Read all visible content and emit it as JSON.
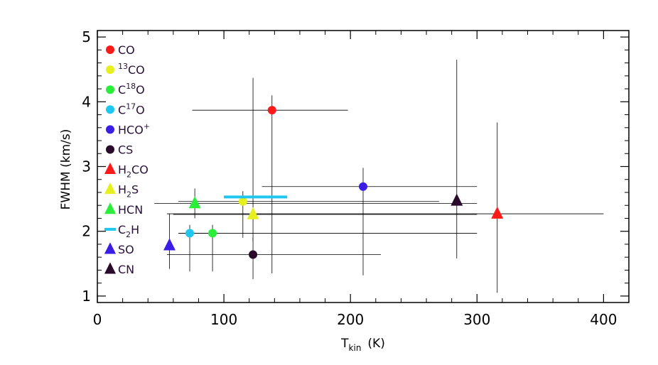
{
  "chart_data": {
    "type": "scatter",
    "title": "",
    "xlabel": "T",
    "xlabel_sub": "kin",
    "xlabel_unit": "(K)",
    "ylabel": "FWHM  (km/s)",
    "xlim": [
      0,
      420
    ],
    "ylim": [
      0.9,
      5.1
    ],
    "xticks": [
      0,
      100,
      200,
      300,
      400
    ],
    "yticks": [
      1,
      2,
      3,
      4,
      5
    ],
    "x_minor_step": 20,
    "y_minor_step": 0.2,
    "grid": false,
    "legend_position": "left",
    "legend": [
      {
        "marker": "circle",
        "color": "#ff1a1a",
        "parts": [
          {
            "t": "CO"
          }
        ]
      },
      {
        "marker": "circle",
        "color": "#e6f01e",
        "parts": [
          {
            "t": "13",
            "sup": true
          },
          {
            "t": "CO"
          }
        ]
      },
      {
        "marker": "circle",
        "color": "#2aee3a",
        "parts": [
          {
            "t": "C"
          },
          {
            "t": "18",
            "sup": true
          },
          {
            "t": "O"
          }
        ]
      },
      {
        "marker": "circle",
        "color": "#1ec6f0",
        "parts": [
          {
            "t": "C"
          },
          {
            "t": "17",
            "sup": true
          },
          {
            "t": "O"
          }
        ]
      },
      {
        "marker": "circle",
        "color": "#3a1ee6",
        "parts": [
          {
            "t": "HCO"
          },
          {
            "t": "+",
            "sup": true
          }
        ]
      },
      {
        "marker": "circle",
        "color": "#2a0a2a",
        "parts": [
          {
            "t": "CS"
          }
        ]
      },
      {
        "marker": "triangle",
        "color": "#ff1a1a",
        "parts": [
          {
            "t": "H"
          },
          {
            "t": "2",
            "sub": true
          },
          {
            "t": "CO"
          }
        ]
      },
      {
        "marker": "triangle",
        "color": "#e6f01e",
        "parts": [
          {
            "t": "H"
          },
          {
            "t": "2",
            "sub": true
          },
          {
            "t": "S"
          }
        ]
      },
      {
        "marker": "triangle",
        "color": "#2aee3a",
        "parts": [
          {
            "t": "HCN"
          }
        ]
      },
      {
        "marker": "dash",
        "color": "#1ec6f0",
        "parts": [
          {
            "t": "C"
          },
          {
            "t": "2",
            "sub": true
          },
          {
            "t": "H"
          }
        ]
      },
      {
        "marker": "triangle",
        "color": "#3a1ee6",
        "parts": [
          {
            "t": "SO"
          }
        ]
      },
      {
        "marker": "triangle",
        "color": "#2a0a2a",
        "parts": [
          {
            "t": "CN"
          }
        ]
      }
    ],
    "series": [
      {
        "name": "CO",
        "marker": "circle",
        "color": "#ff1a1a",
        "x": 138,
        "y": 3.87,
        "xerr": [
          75,
          198
        ],
        "yerr": [
          1.35,
          4.1
        ]
      },
      {
        "name": "13CO",
        "marker": "circle",
        "color": "#e6f01e",
        "x": 115,
        "y": 2.46,
        "xerr": [
          64,
          270
        ],
        "yerr": [
          1.9,
          2.62
        ]
      },
      {
        "name": "C18O",
        "marker": "circle",
        "color": "#2aee3a",
        "x": 91,
        "y": 1.97,
        "xerr": [
          65,
          300
        ],
        "yerr": [
          1.38,
          2.1
        ]
      },
      {
        "name": "C17O",
        "marker": "circle",
        "color": "#1ec6f0",
        "x": 73,
        "y": 1.97,
        "xerr": [
          64,
          90
        ],
        "yerr": [
          1.38,
          2.1
        ]
      },
      {
        "name": "HCO+",
        "marker": "circle",
        "color": "#3a1ee6",
        "x": 210,
        "y": 2.69,
        "xerr": [
          130,
          300
        ],
        "yerr": [
          1.32,
          2.98
        ]
      },
      {
        "name": "CS",
        "marker": "circle",
        "color": "#2a0a2a",
        "x": 123,
        "y": 1.64,
        "xerr": [
          55,
          224
        ],
        "yerr": [
          1.26,
          1.9
        ]
      },
      {
        "name": "H2CO",
        "marker": "triangle",
        "color": "#ff1a1a",
        "x": 316,
        "y": 2.27,
        "xerr": [
          55,
          400
        ],
        "yerr": [
          1.05,
          3.68
        ]
      },
      {
        "name": "H2S",
        "marker": "triangle",
        "color": "#e6f01e",
        "x": 123,
        "y": 2.26,
        "xerr": [
          60,
          300
        ],
        "yerr": [
          1.85,
          4.37
        ]
      },
      {
        "name": "HCN",
        "marker": "triangle",
        "color": "#2aee3a",
        "x": 77,
        "y": 2.43,
        "xerr": [
          45,
          300
        ],
        "yerr": [
          2.2,
          2.66
        ]
      },
      {
        "name": "C2H",
        "marker": "dash",
        "color": "#1ec6f0",
        "x": 125,
        "y": 2.53,
        "xerr": [
          100,
          150
        ],
        "yerr": null
      },
      {
        "name": "SO",
        "marker": "triangle",
        "color": "#3a1ee6",
        "x": 57,
        "y": 1.78,
        "xerr": null,
        "yerr": [
          1.42,
          2.27
        ]
      },
      {
        "name": "CN",
        "marker": "triangle",
        "color": "#2a0a2a",
        "x": 284,
        "y": 2.47,
        "xerr": null,
        "yerr": [
          1.58,
          4.65
        ]
      }
    ]
  }
}
